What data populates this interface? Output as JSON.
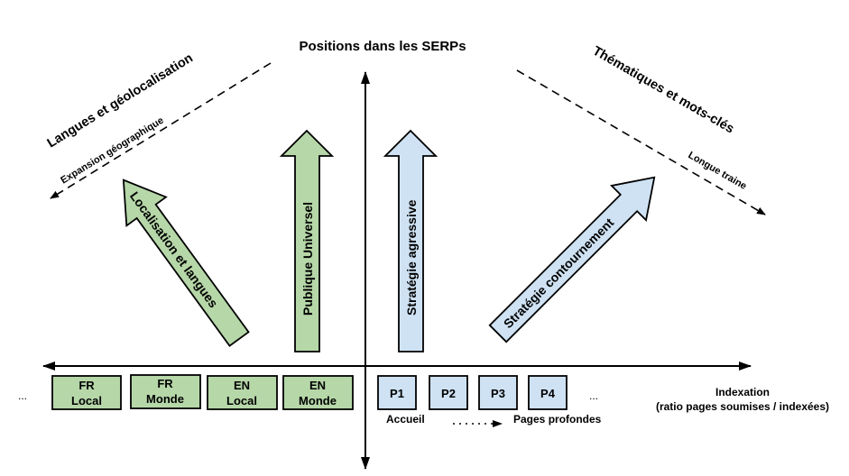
{
  "title": "Positions dans les SERPs",
  "colors": {
    "green_fill": "#b6d7a8",
    "blue_fill": "#cfe2f3",
    "stroke": "#000000"
  },
  "left_axis": {
    "title": "Langues et géolocalisation",
    "dashed_label": "Expansion géographique"
  },
  "right_axis": {
    "title": "Thématiques et mots-clés",
    "dashed_label": "Longue traine"
  },
  "arrows": [
    {
      "label": "Localisation et langues",
      "color": "green"
    },
    {
      "label": "Publique Universel",
      "color": "green"
    },
    {
      "label": "Stratégie agressive",
      "color": "blue"
    },
    {
      "label": "Stratégie contournement",
      "color": "blue"
    }
  ],
  "left_boxes": [
    {
      "line1": "FR",
      "line2": "Local"
    },
    {
      "line1": "FR",
      "line2": "Monde"
    },
    {
      "line1": "EN",
      "line2": "Local"
    },
    {
      "line1": "EN",
      "line2": "Monde"
    }
  ],
  "left_ellipsis": "...",
  "right_boxes": [
    {
      "label": "P1"
    },
    {
      "label": "P2"
    },
    {
      "label": "P3"
    },
    {
      "label": "P4"
    }
  ],
  "right_ellipsis": "...",
  "accueil_label": "Accueil",
  "pages_profondes_label": "Pages profondes",
  "indexation": {
    "line1": "Indexation",
    "line2": "(ratio pages soumises / indexées)"
  }
}
